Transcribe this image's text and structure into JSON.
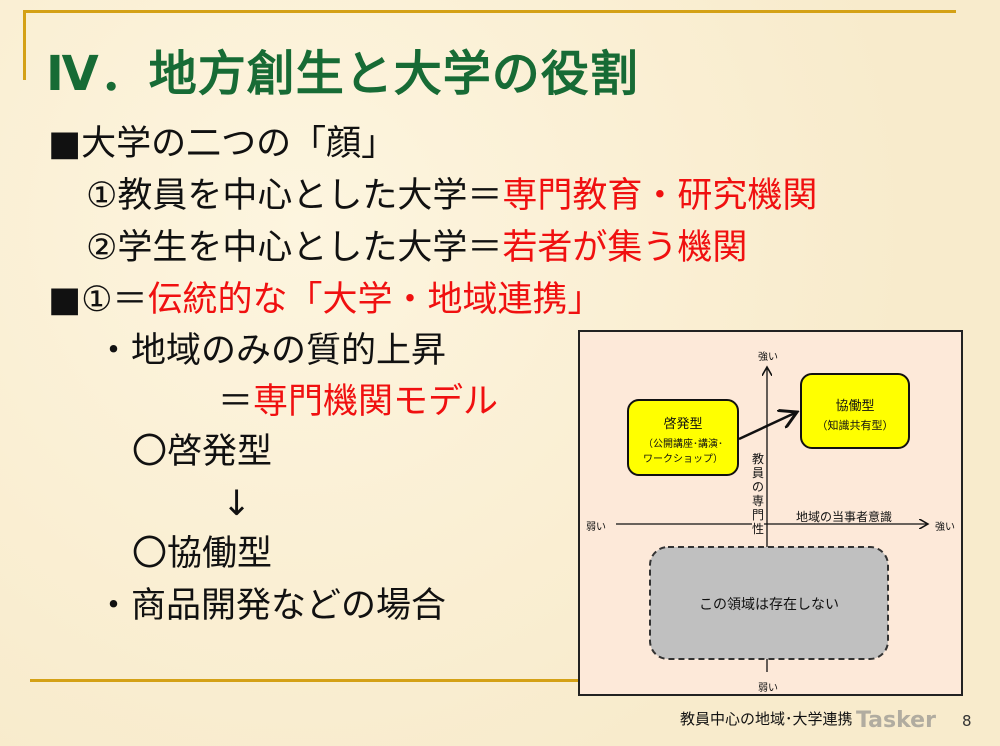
{
  "title": "Ⅳ．地方創生と大学の役割",
  "lines": [
    {
      "a": "■大学の二つの「顔」",
      "b": ""
    },
    {
      "a": "①教員を中心とした大学＝",
      "b": "専門教育・研究機関"
    },
    {
      "a": "②学生を中心とした大学＝",
      "b": "若者が集う機関"
    },
    {
      "a": "■①＝",
      "b": "伝統的な「大学・地域連携」"
    },
    {
      "a": "・地域のみの質的上昇",
      "b": ""
    },
    {
      "a": "＝",
      "b": "専門機関モデル"
    },
    {
      "a": "〇啓発型",
      "b": ""
    },
    {
      "a": "↓",
      "b": ""
    },
    {
      "a": "〇協働型",
      "b": ""
    },
    {
      "a": "・商品開発などの場合",
      "b": ""
    }
  ],
  "diagram": {
    "y_top": "強い",
    "y_bottom": "弱い",
    "x_left": "弱い",
    "x_right": "強い",
    "y_axis_label": "教員の専門性",
    "x_axis_label": "地域の当事者意識",
    "box1_title": "啓発型",
    "box1_sub1": "（公開講座･講演･",
    "box1_sub2": "ワークショップ）",
    "box2_title": "協働型",
    "box2_sub": "（知識共有型）",
    "gray_box": "この領域は存在しない",
    "caption": "教員中心の地域･大学連携"
  },
  "page_number": "8",
  "watermark": "Tasker"
}
